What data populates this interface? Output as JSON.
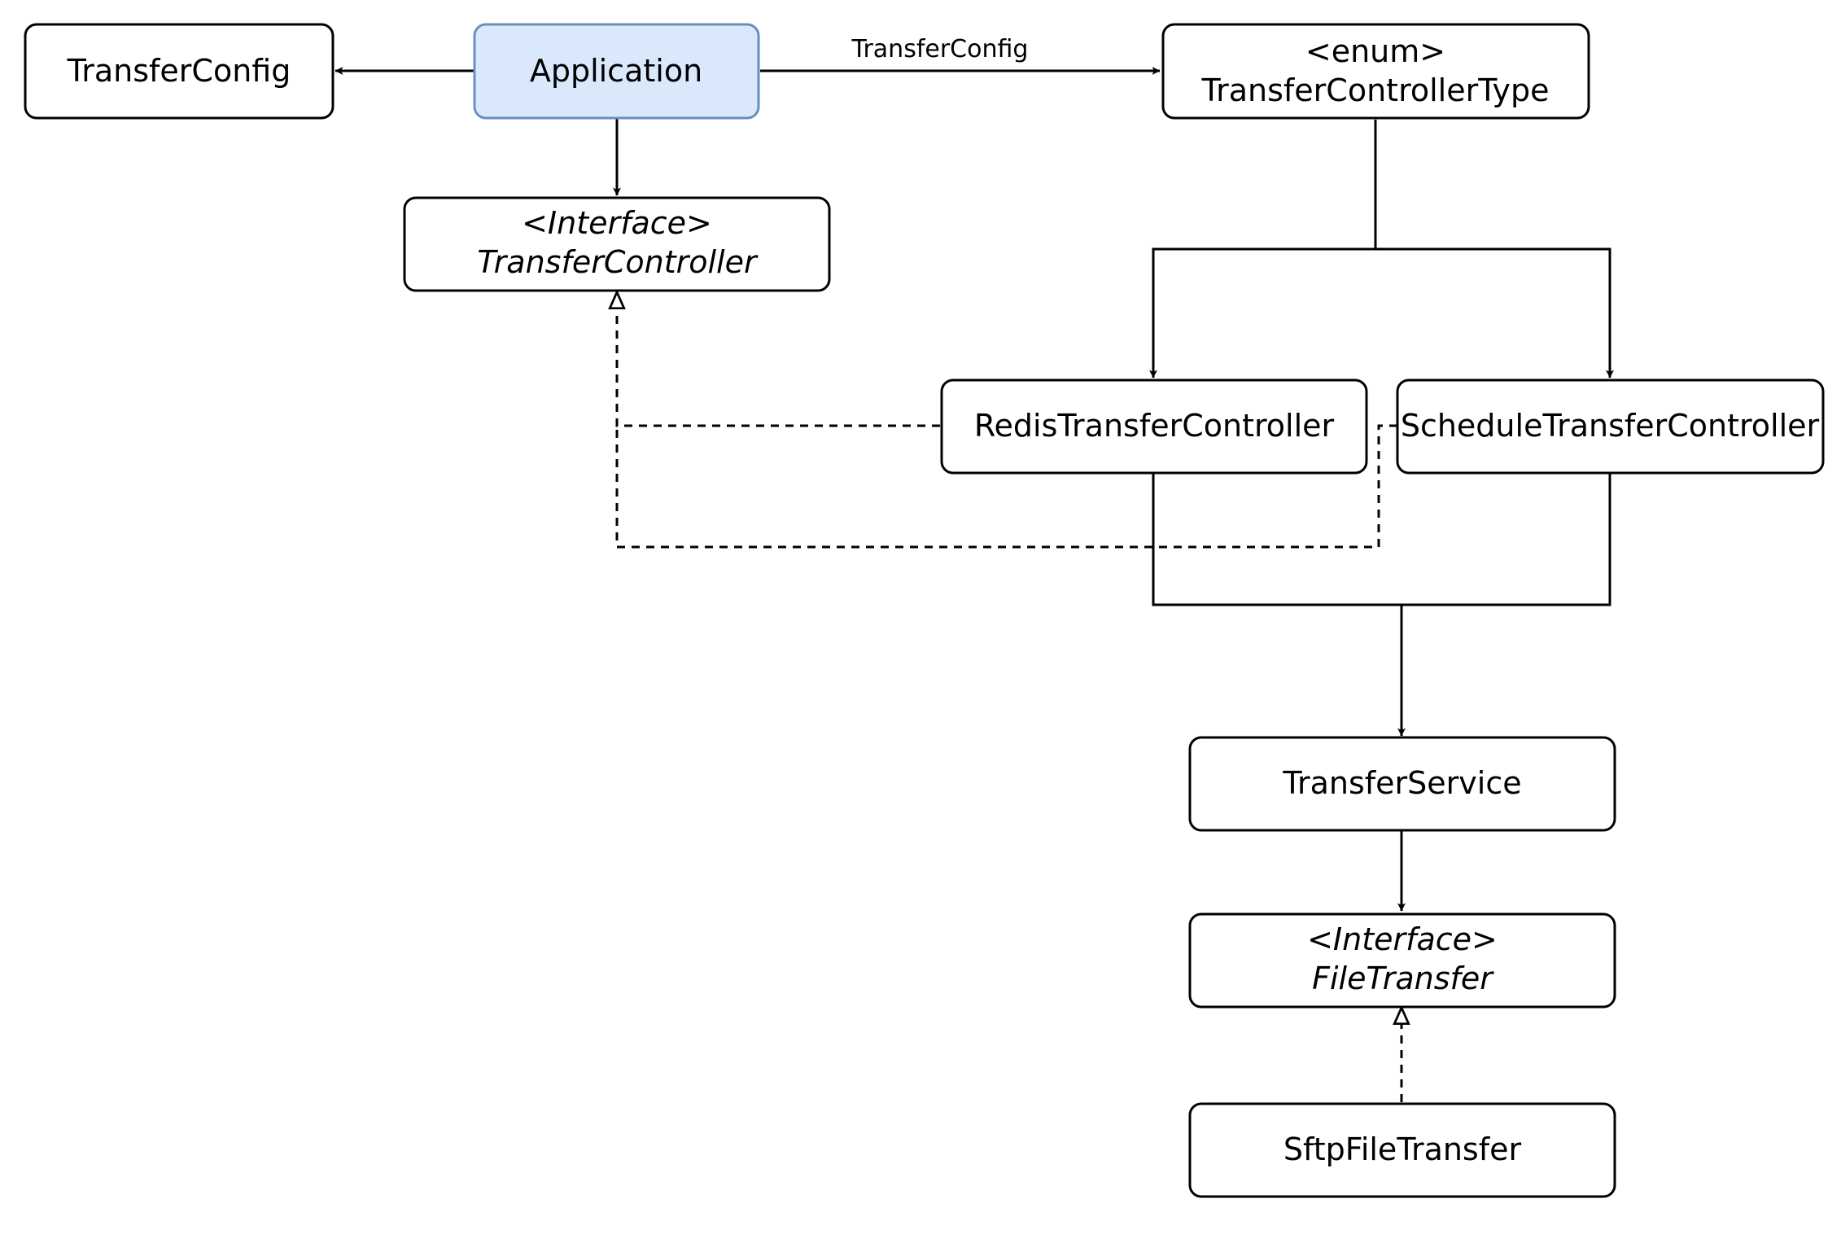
{
  "nodes": {
    "transfer_config": {
      "line1": "TransferConfig"
    },
    "application": {
      "line1": "Application"
    },
    "transfer_controller_type": {
      "line1": "<enum>",
      "line2": "TransferControllerType"
    },
    "transfer_controller": {
      "line1": "<Interface>",
      "line2": "TransferController"
    },
    "redis_transfer_controller": {
      "line1": "RedisTransferController"
    },
    "schedule_transfer_controller": {
      "line1": "ScheduleTransferController"
    },
    "transfer_service": {
      "line1": "TransferService"
    },
    "file_transfer": {
      "line1": "<Interface>",
      "line2": "FileTransfer"
    },
    "sftp_file_transfer": {
      "line1": "SftpFileTransfer"
    }
  },
  "edges": {
    "application_to_type_label": "TransferConfig"
  },
  "colors": {
    "highlight_fill": "#dae8fc",
    "highlight_stroke": "#6c8ebf",
    "line": "#000000"
  }
}
